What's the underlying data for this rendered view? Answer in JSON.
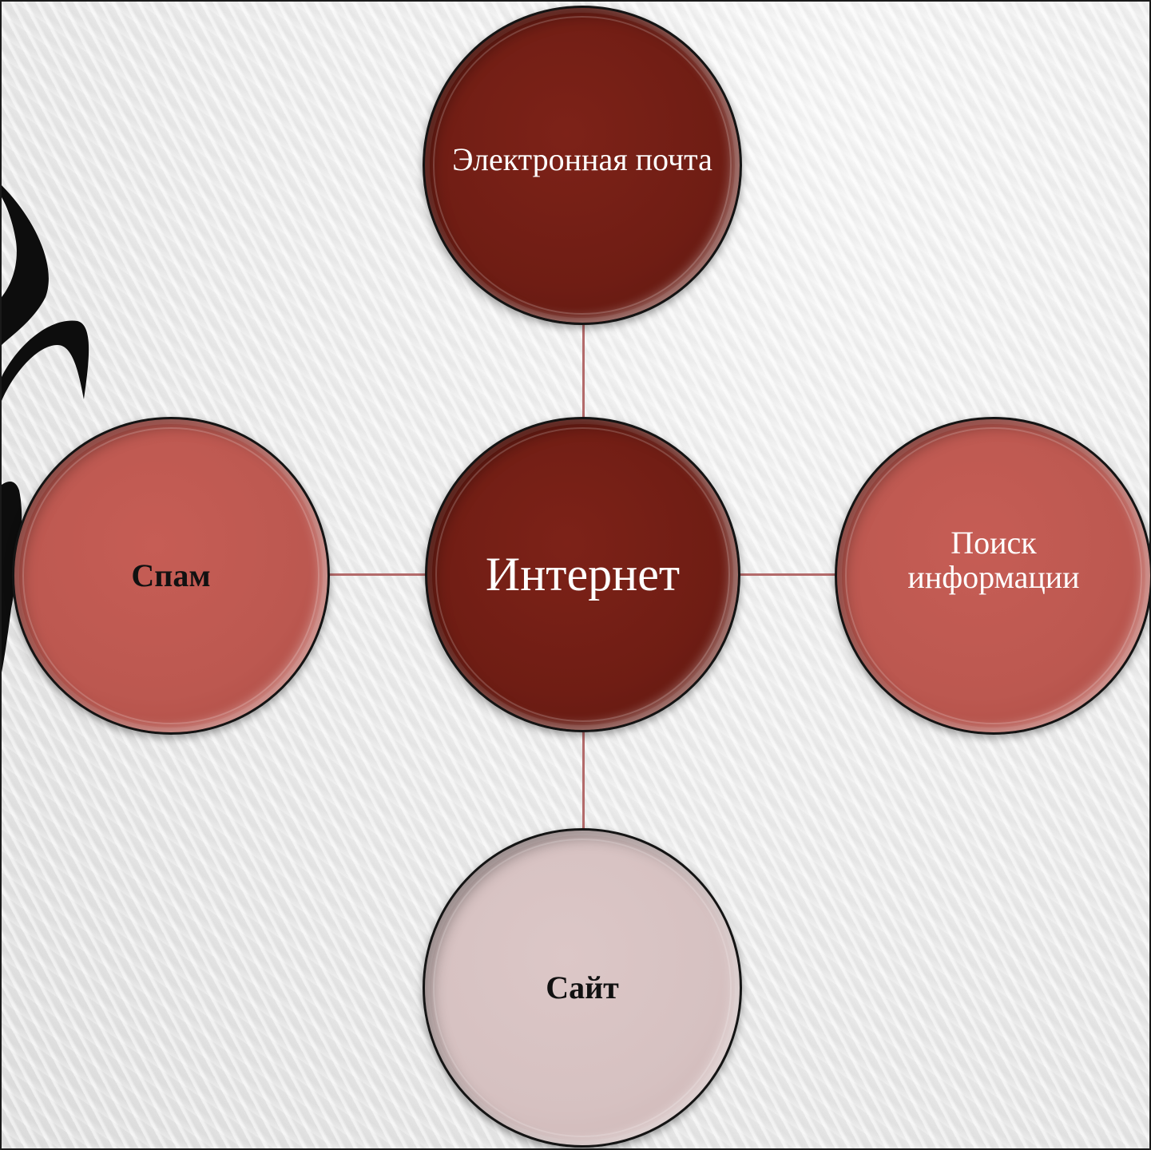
{
  "diagram": {
    "center": {
      "label": "Интернет"
    },
    "nodes": {
      "top": {
        "label": "Электронная почта"
      },
      "left": {
        "label": "Спам"
      },
      "right": {
        "label": "Поиск информации"
      },
      "bottom": {
        "label": "Сайт"
      }
    }
  },
  "colors": {
    "dark_node": "#6f1d14",
    "mid_node": "#bc5850",
    "light_node": "#d6c1c1",
    "connector": "#b36a6a"
  }
}
